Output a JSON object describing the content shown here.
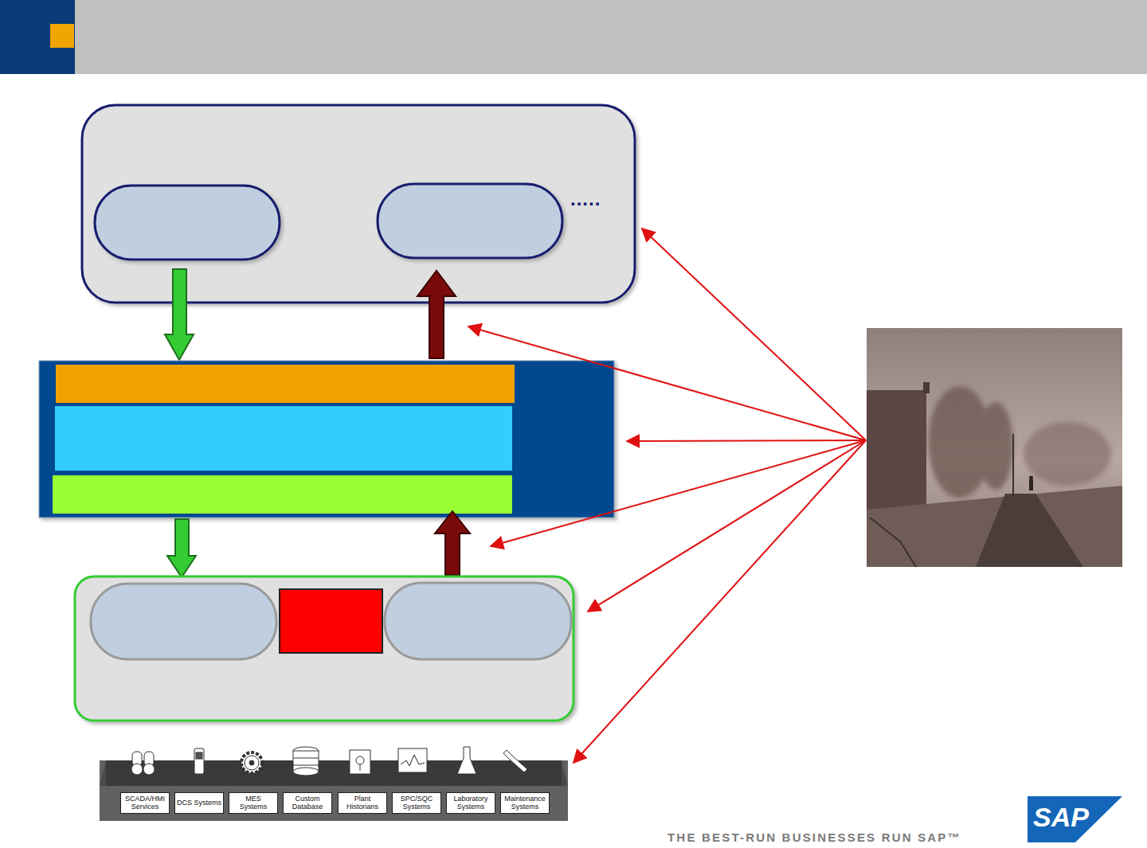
{
  "diagram": {
    "nodes": [
      {
        "text": [
          "SCADA/HMI Services"
        ]
      },
      {
        "text": [
          "DCS Systems"
        ]
      },
      {
        "text": [
          "MES Systems"
        ]
      },
      {
        "text": [
          "Custom Database"
        ]
      },
      {
        "text": [
          "Plant Historians"
        ]
      },
      {
        "text": [
          "SPC/SQC Systems"
        ]
      },
      {
        "text": [
          "Laboratory Systems"
        ]
      },
      {
        "text": [
          "Maintenance Systems"
        ]
      }
    ],
    "labels": [
      ".....",
      "THE BEST-RUN BUSINESSES RUN SAP™",
      "SAP",
      "®"
    ]
  }
}
